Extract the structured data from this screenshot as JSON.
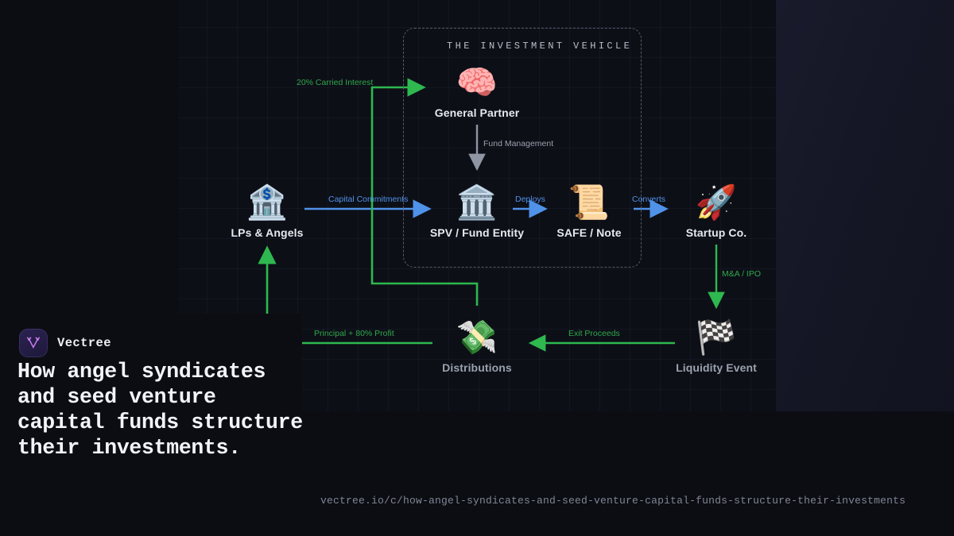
{
  "brand": {
    "name": "Vectree",
    "logo_icon": "vectree-branch-logo-icon",
    "logo_bg": "#251e48",
    "logo_accent": "#c97af0"
  },
  "headline": "How angel syndicates and seed venture capital funds structure their investments.",
  "url": "vectree.io/c/how-angel-syndicates-and-seed-venture-capital-funds-structure-their-investments",
  "colors": {
    "background": "#0c0d13",
    "canvas": "#0d0f17",
    "green": "#2eb84f",
    "blue": "#4f92e8",
    "grey": "#9aa1ad",
    "text": "#e6e9ef"
  },
  "diagram": {
    "group": {
      "title": "THE INVESTMENT VEHICLE"
    },
    "nodes": [
      {
        "id": "gp",
        "label": "General Partner",
        "emoji": "🧠",
        "icon": "brain-icon",
        "muted": false
      },
      {
        "id": "lps",
        "label": "LPs & Angels",
        "emoji": "🏦",
        "icon": "bank-icon",
        "muted": false
      },
      {
        "id": "spv",
        "label": "SPV / Fund Entity",
        "emoji": "🏛️",
        "icon": "classical-building-icon",
        "muted": false
      },
      {
        "id": "safe",
        "label": "SAFE / Note",
        "emoji": "📜",
        "icon": "scroll-icon",
        "muted": false
      },
      {
        "id": "startup",
        "label": "Startup Co.",
        "emoji": "🚀",
        "icon": "rocket-icon",
        "muted": false
      },
      {
        "id": "dist",
        "label": "Distributions",
        "emoji": "💸",
        "icon": "money-with-wings-icon",
        "muted": true
      },
      {
        "id": "liquidity",
        "label": "Liquidity Event",
        "emoji": "🏁",
        "icon": "chequered-flag-icon",
        "muted": true
      }
    ],
    "edges": [
      {
        "id": "e1",
        "label": "Capital Commitments",
        "color": "blue"
      },
      {
        "id": "e2",
        "label": "Deploys",
        "color": "blue"
      },
      {
        "id": "e3",
        "label": "Converts",
        "color": "blue"
      },
      {
        "id": "e4",
        "label": "Fund Management",
        "color": "grey"
      },
      {
        "id": "e5",
        "label": "M&A / IPO",
        "color": "green"
      },
      {
        "id": "e6",
        "label": "Exit Proceeds",
        "color": "green"
      },
      {
        "id": "e7",
        "label": "Principal + 80% Profit",
        "color": "green"
      },
      {
        "id": "e8",
        "label": "20% Carried Interest",
        "color": "green"
      }
    ]
  }
}
